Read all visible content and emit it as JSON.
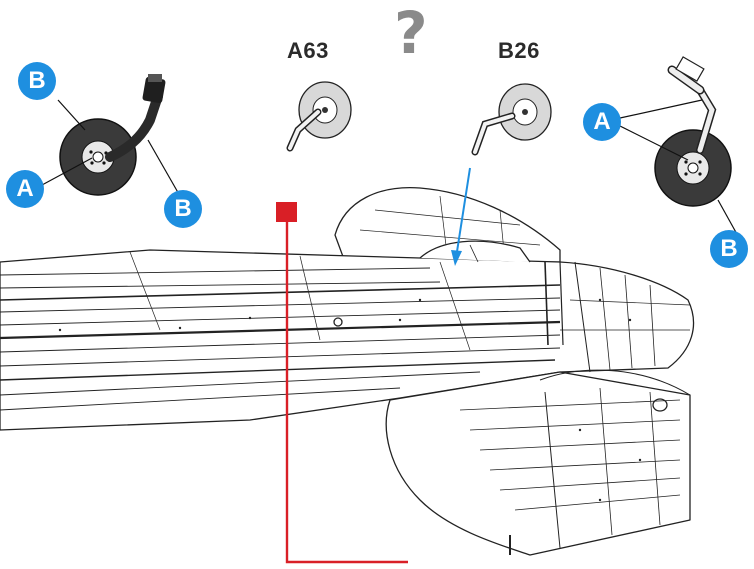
{
  "labels": {
    "part_left": "A63",
    "part_right": "B26",
    "question": "?"
  },
  "callouts": {
    "a": "A",
    "b": "B"
  },
  "colors": {
    "callout_fill": "#1e8fe0",
    "red_marker": "#d91f26",
    "pointer_arrow": "#1e8fe0",
    "question_mark": "#8a8a8a",
    "tire": "#3a3a3a"
  },
  "icons": {
    "question": "question-mark-icon",
    "wheel": "landing-wheel-icon",
    "arrow": "pointer-arrow-icon"
  }
}
